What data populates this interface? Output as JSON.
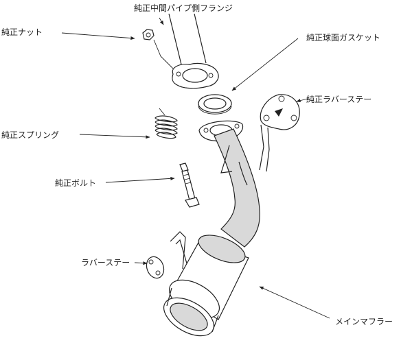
{
  "labels": {
    "flange": "純正中間パイプ側フランジ",
    "nut": "純正ナット",
    "gasket": "純正球面ガスケット",
    "rubber_stay_oem": "純正ラバーステー",
    "spring": "純正スプリング",
    "bolt": "純正ボルト",
    "rubber_stay": "ラバーステー",
    "main_muffler": "メインマフラー"
  },
  "colors": {
    "ink": "#222222",
    "pipe_fill": "#d9d9d9",
    "background": "#ffffff"
  }
}
